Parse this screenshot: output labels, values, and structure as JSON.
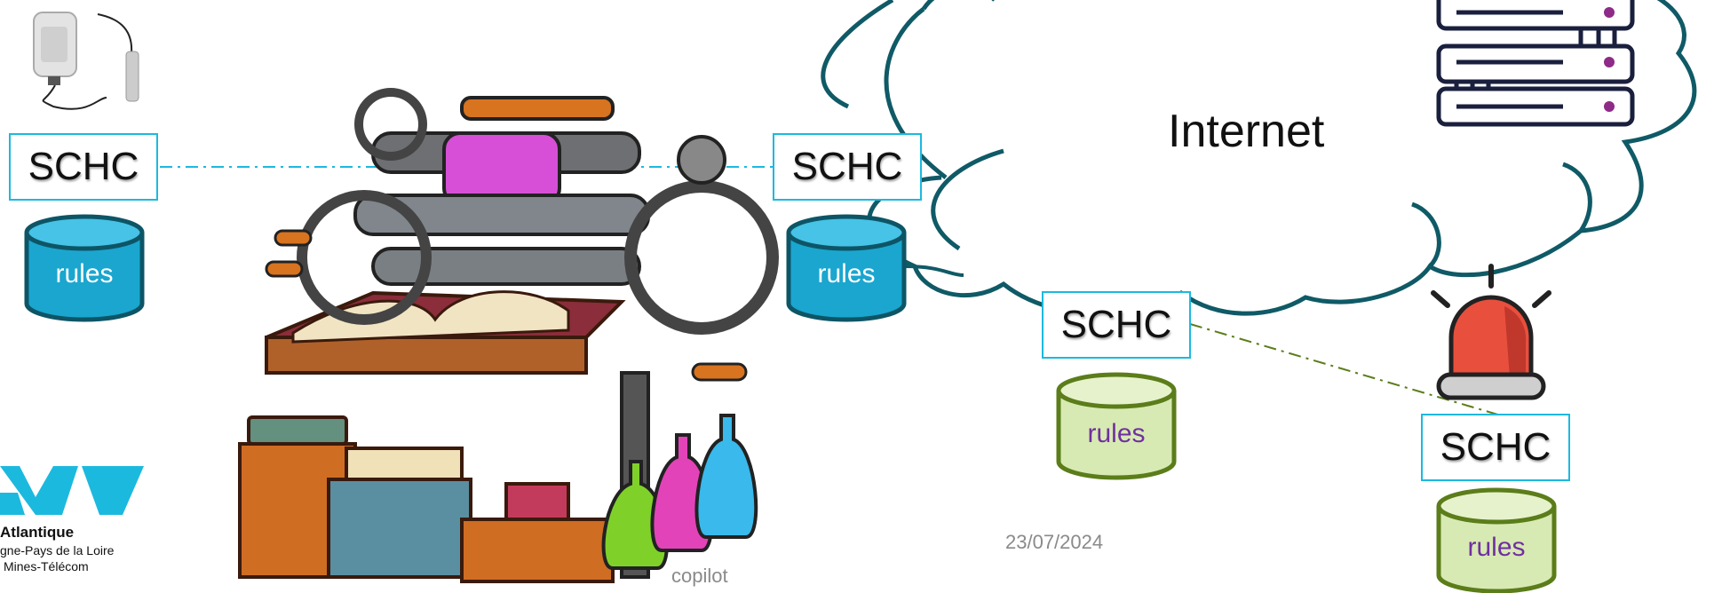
{
  "nodes": {
    "device": {
      "schc": "SCHC",
      "rules": "rules"
    },
    "gateway": {
      "schc": "SCHC",
      "rules": "rules"
    },
    "middle": {
      "schc": "SCHC",
      "rules": "rules"
    },
    "alarm": {
      "schc": "SCHC",
      "rules": "rules"
    }
  },
  "cloud": {
    "label": "Internet"
  },
  "logo": {
    "line1": "Atlantique",
    "line2": "gne-Pays de la Loire",
    "line3": "Mines-Télécom"
  },
  "footer": {
    "date": "23/07/2024",
    "credit": "copilot"
  },
  "colors": {
    "schc_border": "#1cb9df",
    "rules_blue_fill": "#1aa6cf",
    "rules_green_fill": "#d8eab3",
    "rules_green_border": "#5b7d1a",
    "rules_green_text": "#7030a0",
    "cloud_stroke": "#0f5a66",
    "link_blue": "#1cb9df",
    "link_green": "#5b7d1a",
    "logo_cyan": "#1cb9df"
  }
}
